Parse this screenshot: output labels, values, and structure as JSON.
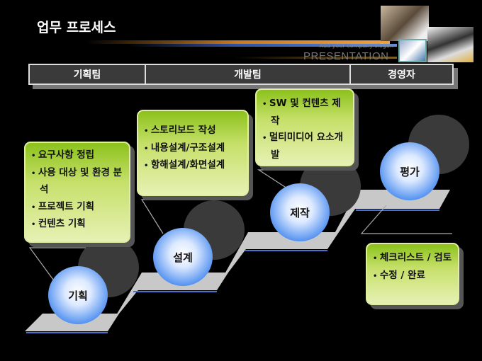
{
  "title": "업무 프로세스",
  "branding": {
    "slogan": "Add your company slogan",
    "word": "PRESENTATION"
  },
  "header": [
    "기획팀",
    "개발팀",
    "경영자"
  ],
  "steps": [
    {
      "label": "기획",
      "items": [
        "요구사항 정립",
        "사용 대상 및 환경 분석",
        "프로젝트 기획",
        "컨텐츠 기획"
      ]
    },
    {
      "label": "설계",
      "items": [
        "스토리보드 작성",
        "내용설계/구조설계",
        "항해설계/화면설계"
      ]
    },
    {
      "label": "제작",
      "items": [
        "SW 및 컨텐츠 제작",
        "멀티미디어 요소개발"
      ]
    },
    {
      "label": "평가",
      "items": [
        "체크리스트 / 검토",
        "수정 / 완료"
      ]
    }
  ],
  "colors": {
    "box_top": "#8cc21c",
    "box_bottom": "#e6f1b4",
    "circle": "#4d8ef0",
    "platform": "#c8c8c8"
  }
}
